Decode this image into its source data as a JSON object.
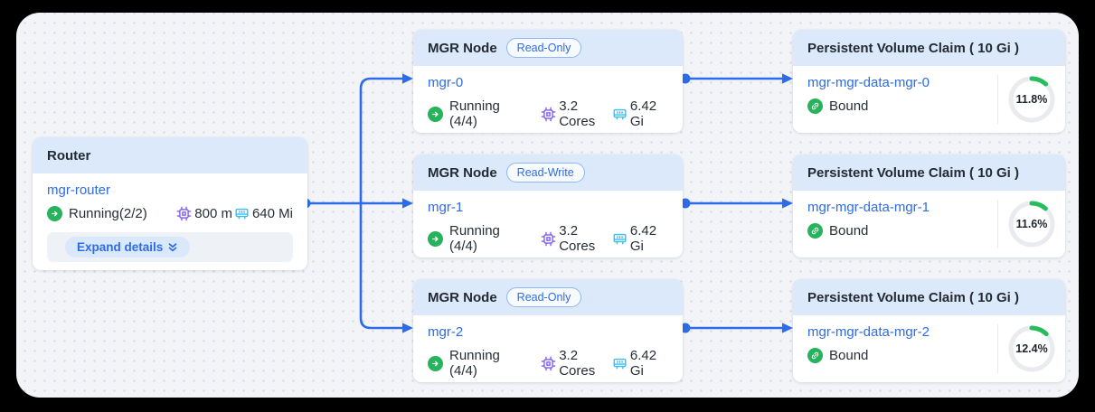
{
  "colors": {
    "accent": "#2e6be6",
    "link": "#2e6be6",
    "header_bg": "#dbe9fb",
    "canvas_bg": "#f2f4f8",
    "dot": "#d9dde4",
    "green": "#27b25c",
    "gauge_green": "#26bd5d",
    "gauge_track": "#e9ebef",
    "purple": "#7d5cf0",
    "cyan": "#38bdf0",
    "strip_bg": "#eef1f6",
    "pill_bg": "#d9e8fb",
    "badge_border": "#90b6f3"
  },
  "icons": {
    "running": "arrow-right-in-green-circle",
    "cpu": "purple-cpu-chip",
    "memory": "cyan-memory-module",
    "bound": "white-link-in-green-circle",
    "expand": "double-chevron-down",
    "connector": "blue-line-with-dot-and-arrowhead"
  },
  "router": {
    "title": "Router",
    "name": "mgr-router",
    "status": "Running(2/2)",
    "cpu": "800 m",
    "memory": "640 Mi",
    "expand_label": "Expand details"
  },
  "mgr_nodes": [
    {
      "title": "MGR Node",
      "badge": "Read-Only",
      "name": "mgr-0",
      "status": "Running (4/4)",
      "cpu": "3.2 Cores",
      "memory": "6.42 Gi"
    },
    {
      "title": "MGR Node",
      "badge": "Read-Write",
      "name": "mgr-1",
      "status": "Running (4/4)",
      "cpu": "3.2 Cores",
      "memory": "6.42 Gi"
    },
    {
      "title": "MGR Node",
      "badge": "Read-Only",
      "name": "mgr-2",
      "status": "Running (4/4)",
      "cpu": "3.2 Cores",
      "memory": "6.42 Gi"
    }
  ],
  "pvcs": [
    {
      "title": "Persistent Volume Claim ( 10 Gi )",
      "name": "mgr-mgr-data-mgr-0",
      "status": "Bound",
      "usage_percent": 11.8,
      "usage_label": "11.8%"
    },
    {
      "title": "Persistent Volume Claim ( 10 Gi )",
      "name": "mgr-mgr-data-mgr-1",
      "status": "Bound",
      "usage_percent": 11.6,
      "usage_label": "11.6%"
    },
    {
      "title": "Persistent Volume Claim ( 10 Gi )",
      "name": "mgr-mgr-data-mgr-2",
      "status": "Bound",
      "usage_percent": 12.4,
      "usage_label": "12.4%"
    }
  ]
}
